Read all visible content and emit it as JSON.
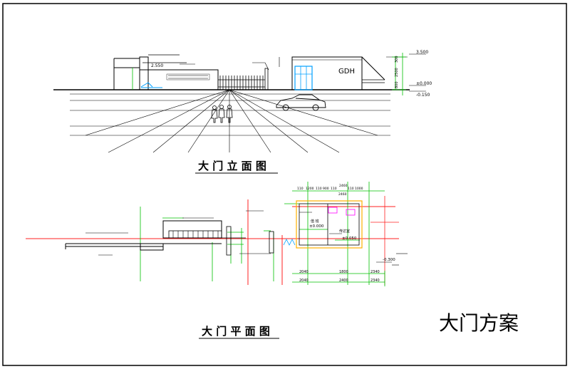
{
  "sheet": {
    "titles": {
      "elevation": "大 门 立 面 图",
      "plan": "大 门 平 面 图",
      "scheme": "大门方案"
    },
    "elevation": {
      "logo_text": "GDH",
      "levels": {
        "top": "3.500",
        "zero": "±0.000",
        "ground": "-0.150",
        "wall_top": "2.550"
      },
      "vertical_dims": [
        "300",
        "2500",
        "800"
      ]
    },
    "plan": {
      "levels": {
        "guard_room": "±0.000",
        "hall": "±0.050",
        "road": "-0.300"
      },
      "room_labels": [
        "值 班",
        "传达室"
      ],
      "top_dims": [
        "110",
        "1200",
        "110",
        "900",
        "110",
        "2460",
        "110",
        "1000",
        "2460"
      ],
      "bottom_dims_row1": [
        "2040",
        "1800",
        "2340"
      ],
      "bottom_dims_row2": [
        "2040",
        "2400",
        "2340"
      ]
    }
  }
}
